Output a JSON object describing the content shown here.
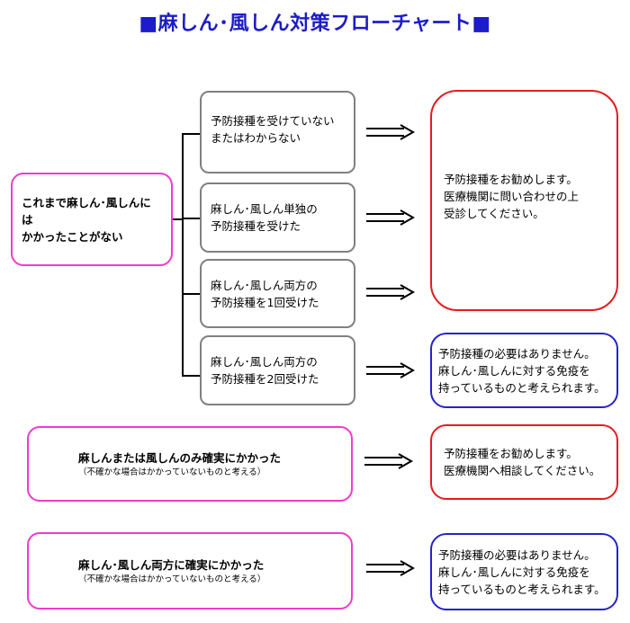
{
  "title": "■麻しん･風しん対策フローチャート■",
  "start": {
    "line1": "これまで麻しん･風しんには",
    "line2": "かかったことがない"
  },
  "branches": [
    {
      "line1": "予防接種を受けていない",
      "line2": "またはわからない"
    },
    {
      "line1": "麻しん･風しん単独の",
      "line2": "予防接種を受けた"
    },
    {
      "line1": "麻しん･風しん両方の",
      "line2": "予防接種を1回受けた"
    },
    {
      "line1": "麻しん･風しん両方の",
      "line2": "予防接種を2回受けた"
    }
  ],
  "result_recommend": {
    "line1": "予防接種をお勧めします。",
    "line2": "医療機関に問い合わせの上",
    "line3": "受診してください。"
  },
  "result_not_needed_1": {
    "line1": "予防接種の必要はありません。",
    "line2": "麻しん･風しんに対する免疫を",
    "line3": "持っているものと考えられます。"
  },
  "case_one_disease": {
    "line1": "麻しんまたは風しんのみ確実にかかった",
    "note": "（不確かな場合はかかっていないものと考える）"
  },
  "result_consult": {
    "line1": "予防接種をお勧めします。",
    "line2": "医療機関へ相談してください。"
  },
  "case_both_diseases": {
    "line1": "麻しん･風しん両方に確実にかかった",
    "note": "（不確かな場合はかかっていないものと考える）"
  },
  "result_not_needed_2": {
    "line1": "予防接種の必要はありません。",
    "line2": "麻しん･風しんに対する免疫を",
    "line3": "持っているものと考えられます。"
  }
}
